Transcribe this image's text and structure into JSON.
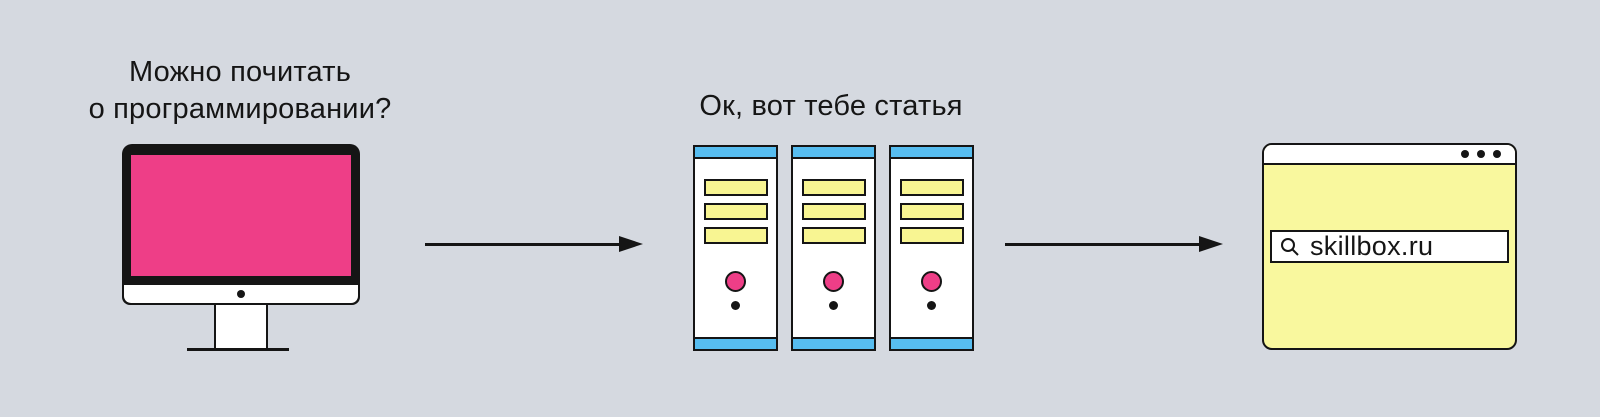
{
  "colors": {
    "background": "#d5d9e0",
    "ink": "#151515",
    "screen_pink": "#ee3e87",
    "accent_blue": "#57bdf0",
    "window_yellow": "#f9f89e",
    "slot_yellow": "#f8f592",
    "white": "#ffffff"
  },
  "client": {
    "question_line1": "Можно почитать",
    "question_line2": "о программировании?",
    "device": "desktop-monitor"
  },
  "servers": {
    "label": "Ок, вот тебе статья",
    "count": 3,
    "slots_per_server": 3
  },
  "browser": {
    "address": "skillbox.ru",
    "window_dots": 3
  }
}
